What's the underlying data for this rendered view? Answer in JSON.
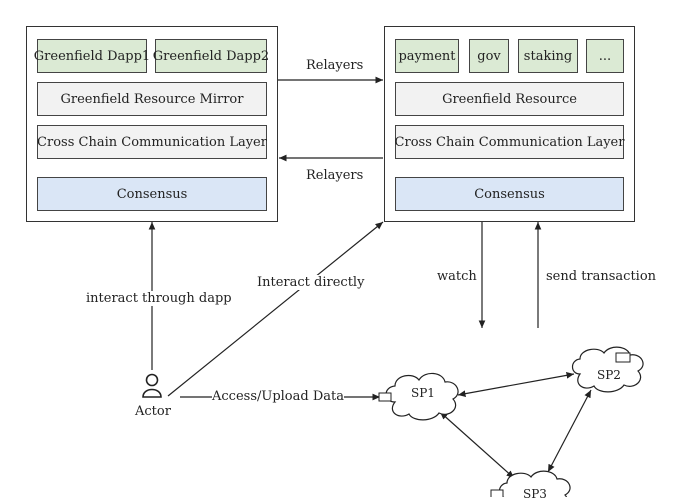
{
  "left_chain": {
    "dapps": [
      "Greenfield Dapp1",
      "Greenfield Dapp2"
    ],
    "mirror": "Greenfield Resource Mirror",
    "ccl": "Cross Chain Communication Layer",
    "consensus": "Consensus"
  },
  "right_chain": {
    "modules": [
      "payment",
      "gov",
      "staking",
      "..."
    ],
    "resource": "Greenfield Resource",
    "ccl": "Cross Chain Communication Layer",
    "consensus": "Consensus"
  },
  "edges": {
    "relayers_top": "Relayers",
    "relayers_bottom": "Relayers",
    "interact_dapp": "interact through dapp",
    "interact_direct": "Interact directly",
    "access": "Access/Upload Data",
    "watch": "watch",
    "send_tx": "send transaction"
  },
  "actor": {
    "label": "Actor"
  },
  "sps": [
    "SP1",
    "SP2",
    "SP3"
  ]
}
